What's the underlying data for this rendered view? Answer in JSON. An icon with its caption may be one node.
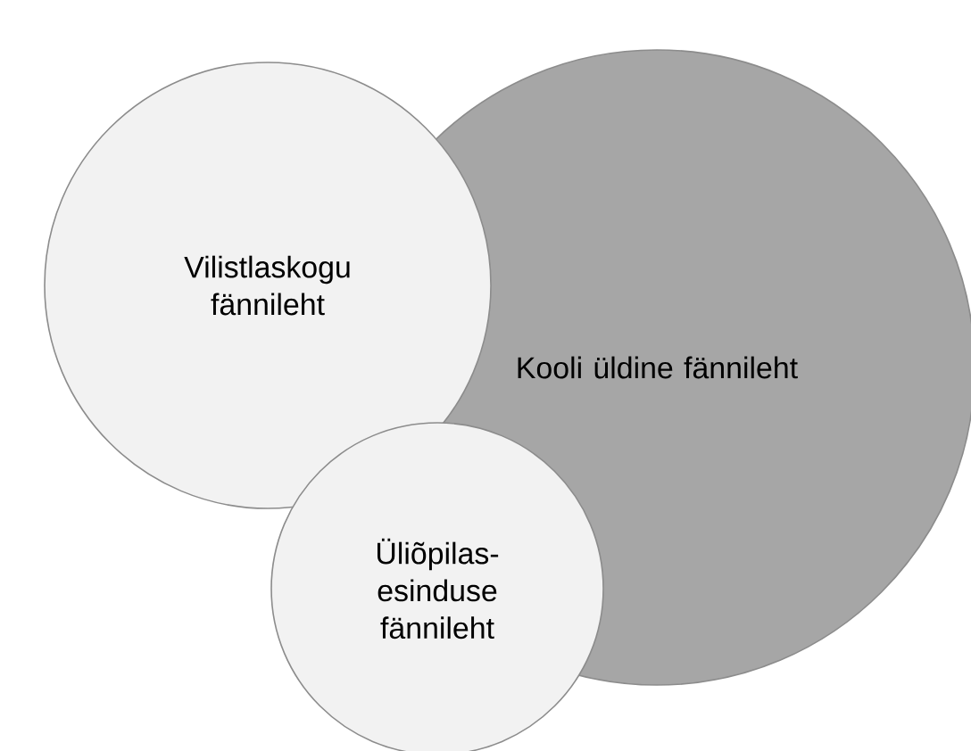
{
  "diagram": {
    "nodes": [
      {
        "text": [
          "Vilistlaskogu fännileht"
        ]
      },
      {
        "text": [
          "Kooli üldine fännileht"
        ]
      },
      {
        "text": [
          "Üliõpilas- esinduse fännileht"
        ]
      }
    ]
  }
}
